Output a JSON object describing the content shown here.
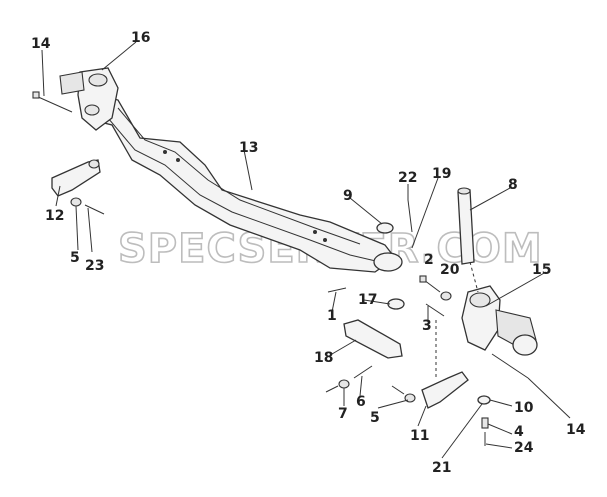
{
  "watermark": "SPECSERVER.COM",
  "callouts": {
    "c14a": "14",
    "c16": "16",
    "c13": "13",
    "c12": "12",
    "c5a": "5",
    "c23": "23",
    "c9": "9",
    "c22": "22",
    "c19": "19",
    "c8": "8",
    "c2": "2",
    "c20": "20",
    "c15": "15",
    "c17": "17",
    "c1": "1",
    "c3": "3",
    "c18": "18",
    "c6": "6",
    "c7": "7",
    "c5b": "5",
    "c11": "11",
    "c10": "10",
    "c14b": "14",
    "c4": "4",
    "c24": "24",
    "c21": "21"
  }
}
